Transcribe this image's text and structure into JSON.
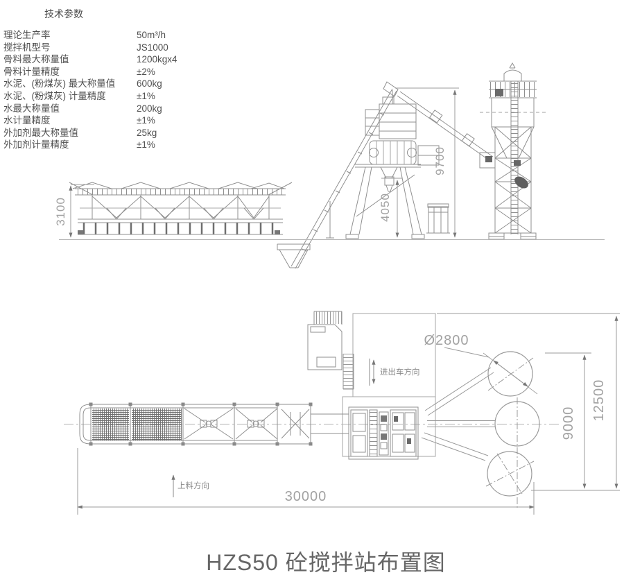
{
  "caption": "HZS50 砼搅拌站布置图",
  "tech_params": {
    "title": "技术参数",
    "rows": [
      {
        "label": "理论生产率",
        "value": "50m³/h"
      },
      {
        "label": "搅拌机型号",
        "value": "JS1000"
      },
      {
        "label": "骨料最大称量值",
        "value": "1200kgx4"
      },
      {
        "label": "骨料计量精度",
        "value": "±2%"
      },
      {
        "label": "水泥、(粉煤灰) 最大称量值",
        "value": "600kg"
      },
      {
        "label": "水泥、(粉煤灰) 计量精度",
        "value": "±1%"
      },
      {
        "label": "水最大称量值",
        "value": "200kg"
      },
      {
        "label": "水计量精度",
        "value": "±1%"
      },
      {
        "label": "外加剂最大称量值",
        "value": "25kg"
      },
      {
        "label": "外加剂计量精度",
        "value": "±1%"
      }
    ]
  },
  "elevation_view": {
    "dims": {
      "batcher_height": "3100",
      "discharge_height": "4050",
      "plant_height": "9700"
    }
  },
  "plan_view": {
    "dims": {
      "silo_diameter": "Ø2800",
      "silo_row_span": "9000",
      "site_width": "12500",
      "site_length": "30000"
    },
    "labels": {
      "feed_direction": "上料方向",
      "vehicle_direction": "进出车方向"
    }
  },
  "colors": {
    "line": "#8f8f8f",
    "dim_text": "#a2a2a2",
    "table_text": "#4f4f4f",
    "caption": "#666666",
    "accent_dark": "#6e6e6e"
  }
}
